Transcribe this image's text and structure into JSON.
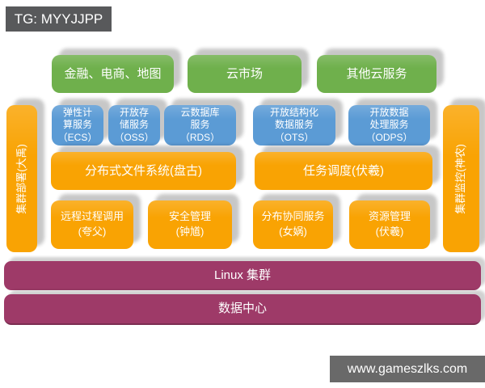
{
  "badges": {
    "tg": {
      "label": "TG: MYYJJPP"
    },
    "site": {
      "label": "www.gameszlks.com"
    }
  },
  "colors": {
    "green": "#6FB04C",
    "blue": "#5B9BD5",
    "orange": "#F9A303",
    "purple": "#9E3A68",
    "badge_dark": "#58595B",
    "badge_gray": "#696969",
    "text": "#FFFFFF"
  },
  "diagram": {
    "applications": [
      {
        "label": "金融、电商、地图"
      },
      {
        "label": "云市场"
      },
      {
        "label": "其他云服务"
      }
    ],
    "services": [
      {
        "label": "弹性计\n算服务\n（ECS）"
      },
      {
        "label": "开放存\n储服务\n（OSS）"
      },
      {
        "label": "云数据库\n服务\n（RDS）"
      },
      {
        "label": "开放结构化\n数据服务\n（OTS）"
      },
      {
        "label": "开放数据\n处理服务\n（ODPS）"
      }
    ],
    "kernel_row1": [
      {
        "label": "分布式文件系统(盘古)"
      },
      {
        "label": "任务调度(伏羲)"
      }
    ],
    "kernel_row2": [
      {
        "label": "远程过程调用\n(夸父)"
      },
      {
        "label": "安全管理\n(钟馗)"
      },
      {
        "label": "分布协同服务\n(女娲)"
      },
      {
        "label": "资源管理\n(伏羲)"
      }
    ],
    "side_left": {
      "label": "集群部署(大禹)"
    },
    "side_right": {
      "label": "集群监控(神农)"
    },
    "base_rows": [
      {
        "label": "Linux 集群"
      },
      {
        "label": "数据中心"
      }
    ]
  }
}
